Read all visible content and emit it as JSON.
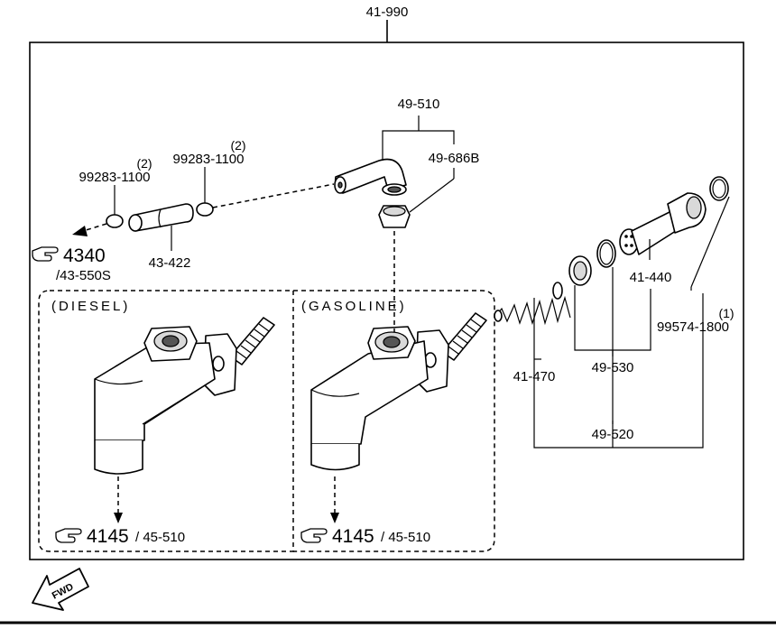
{
  "assembly_no": "41-990",
  "parts": {
    "p49_510_top": "49-510",
    "p49_686b": "49-686B",
    "clamp_left_no": "99283-1100",
    "clamp_left_qty": "(2)",
    "clamp_right_no": "99283-1100",
    "clamp_right_qty": "(2)",
    "hose": "43-422",
    "ref_4340": "4340",
    "ref_43_550s": "/43-550S",
    "p41_440": "41-440",
    "oring_no": "99574-1800",
    "oring_qty": "(1)",
    "p41_470": "41-470",
    "p49_530": "49-530",
    "p49_520": "49-520"
  },
  "diesel": {
    "label": "(DIESEL)",
    "ref_main": "4145",
    "ref_sub": "/ 45-510"
  },
  "gasoline": {
    "label": "(GASOLINE)",
    "ref_main": "4145",
    "ref_sub": "/ 45-510"
  },
  "fwd_label": "FWD",
  "icons": [
    "pointing-hand-icon",
    "fwd-arrow-icon"
  ]
}
